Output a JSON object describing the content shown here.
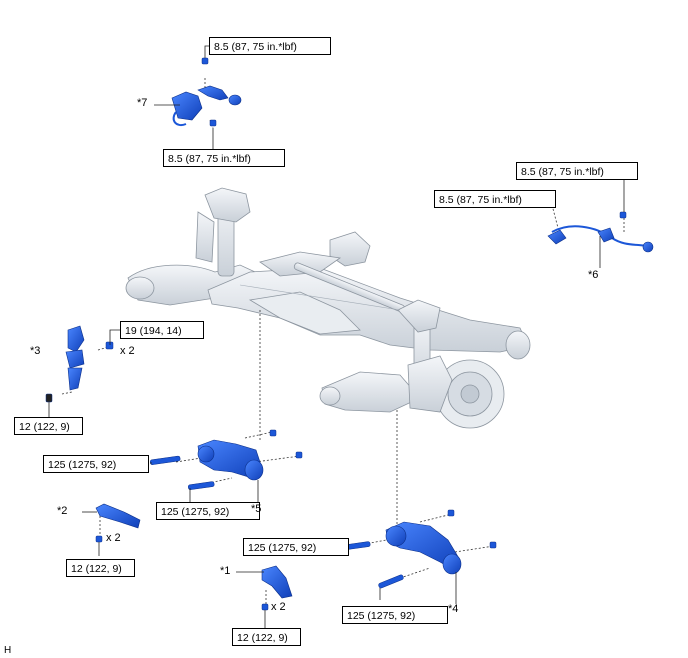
{
  "torque_labels": [
    "8.5 (87, 75 in.*lbf)",
    "8.5 (87, 75 in.*lbf)",
    "8.5 (87, 75 in.*lbf)",
    "8.5 (87, 75 in.*lbf)",
    "19 (194, 14)",
    "12 (122, 9)",
    "125 (1275, 92)",
    "125 (1275, 92)",
    "12 (122, 9)",
    "125 (1275, 92)",
    "125 (1275, 92)",
    "12 (122, 9)"
  ],
  "part_callouts": [
    "*1",
    "*2",
    "*3",
    "*4",
    "*5",
    "*6",
    "*7"
  ],
  "quantity_labels": [
    "x 2",
    "x 2",
    "x 2"
  ],
  "corner_code": "H",
  "colors": {
    "part_blue": "#1c57d8",
    "frame_grey": "#dfe4ea",
    "line": "#222222"
  }
}
